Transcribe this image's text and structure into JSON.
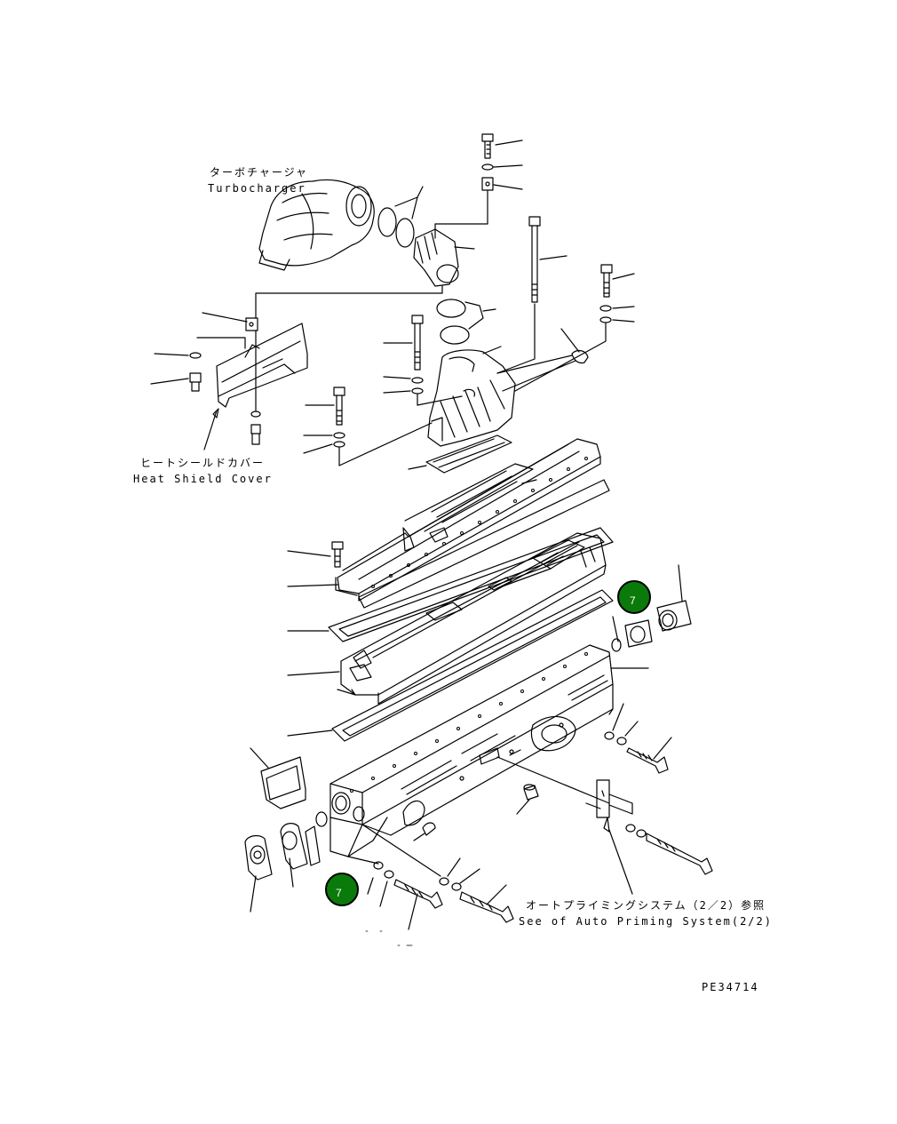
{
  "labels": {
    "turbocharger_jp": "ターボチャージャ",
    "turbocharger_en": "Turbocharger",
    "heat_shield_jp": "ヒートシールドカバー",
    "heat_shield_en": "Heat Shield Cover",
    "auto_priming_jp": "オートプライミングシステム（2／2）参照",
    "auto_priming_en": "See of Auto Priming System(2/2)",
    "drawing_number": "PE34714"
  },
  "callouts": [
    {
      "number": "7"
    },
    {
      "number": "7"
    }
  ],
  "colors": {
    "line": "#000000",
    "callout_fill": "#0a7a0a",
    "callout_stroke": "#000000",
    "background": "#ffffff"
  }
}
